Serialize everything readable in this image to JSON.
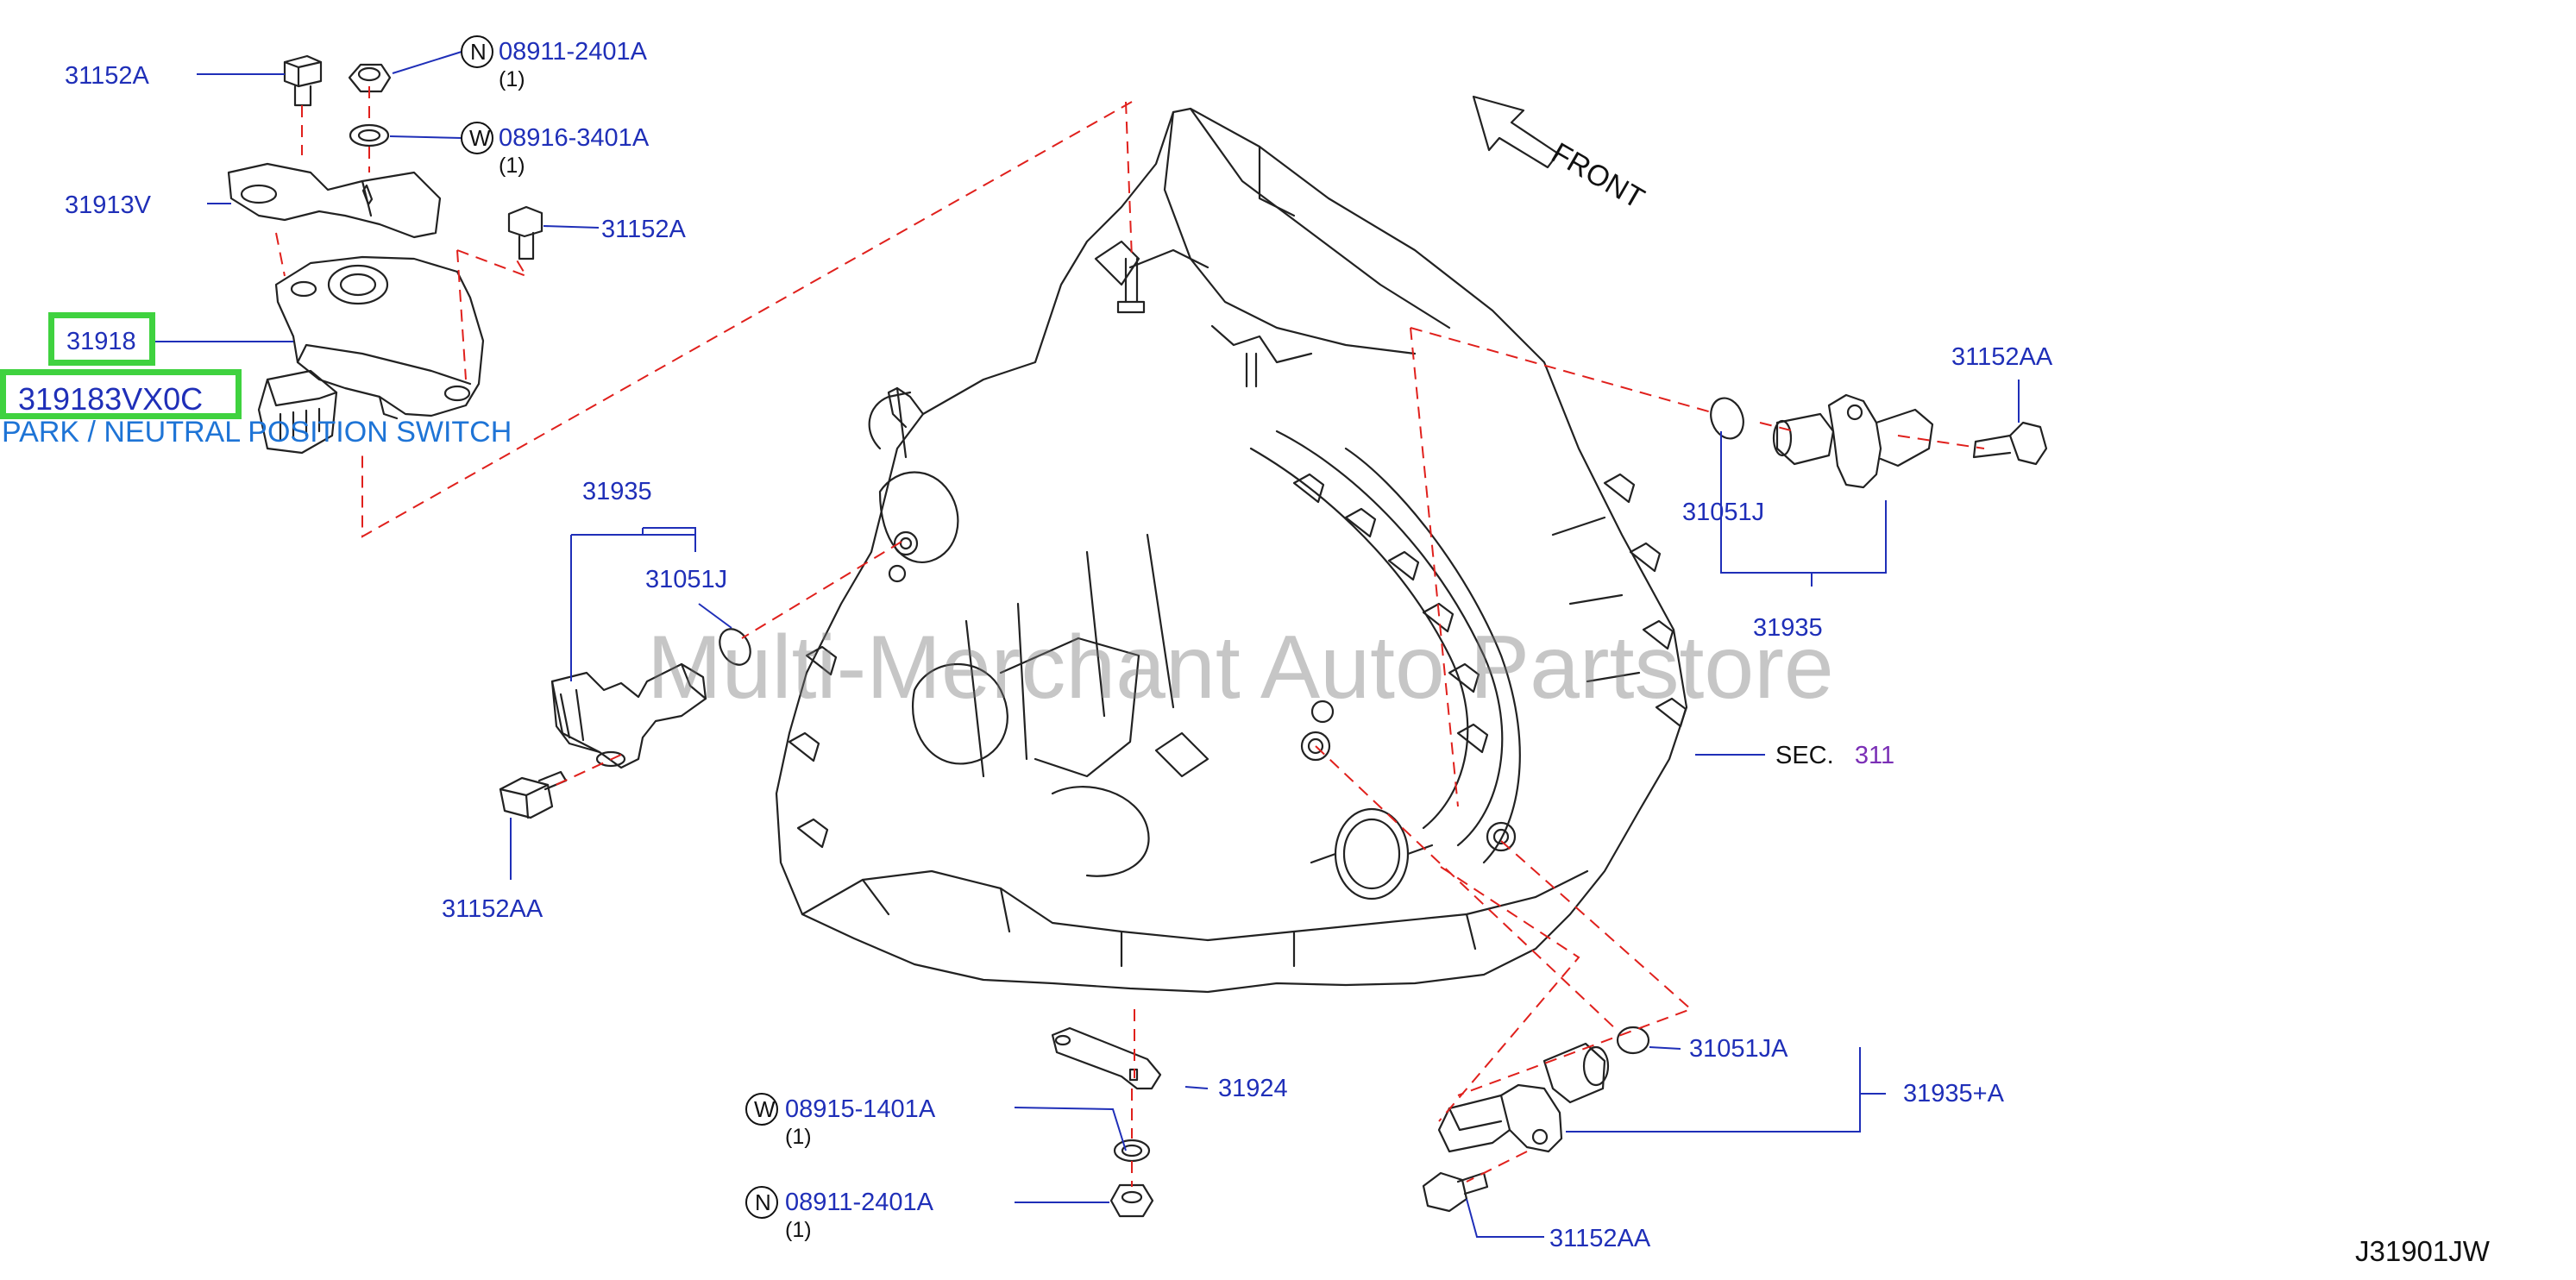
{
  "diagram_id": "J31901JW",
  "watermark": "Multi-Merchant Auto Partstore",
  "front_label": "FRONT",
  "section_ref": {
    "prefix": "SEC.",
    "number": "311"
  },
  "highlighted": {
    "part_31918": "31918",
    "part_number": "319183VX0C",
    "description": "PARK / NEUTRAL POSITION SWITCH"
  },
  "callouts": {
    "c_31152A_a": "31152A",
    "c_08911_top": "08911-2401A",
    "c_08911_top_qty": "(1)",
    "c_08916": "08916-3401A",
    "c_08916_qty": "(1)",
    "c_31913V": "31913V",
    "c_31152A_b": "31152A",
    "c_31152AA_right": "31152AA",
    "c_31935_left": "31935",
    "c_31051J_left": "31051J",
    "c_31051J_right": "31051J",
    "c_31935_right": "31935",
    "c_31152AA_left": "31152AA",
    "c_31924": "31924",
    "c_08915": "08915-1401A",
    "c_08915_qty": "(1)",
    "c_08911_bottom": "08911-2401A",
    "c_08911_bottom_qty": "(1)",
    "c_31051JA": "31051JA",
    "c_31935A": "31935+A",
    "c_31152AA_bottom": "31152AA"
  },
  "badges": {
    "n_top": "N",
    "w_top": "W",
    "w_bottom": "W",
    "n_bottom": "N"
  }
}
